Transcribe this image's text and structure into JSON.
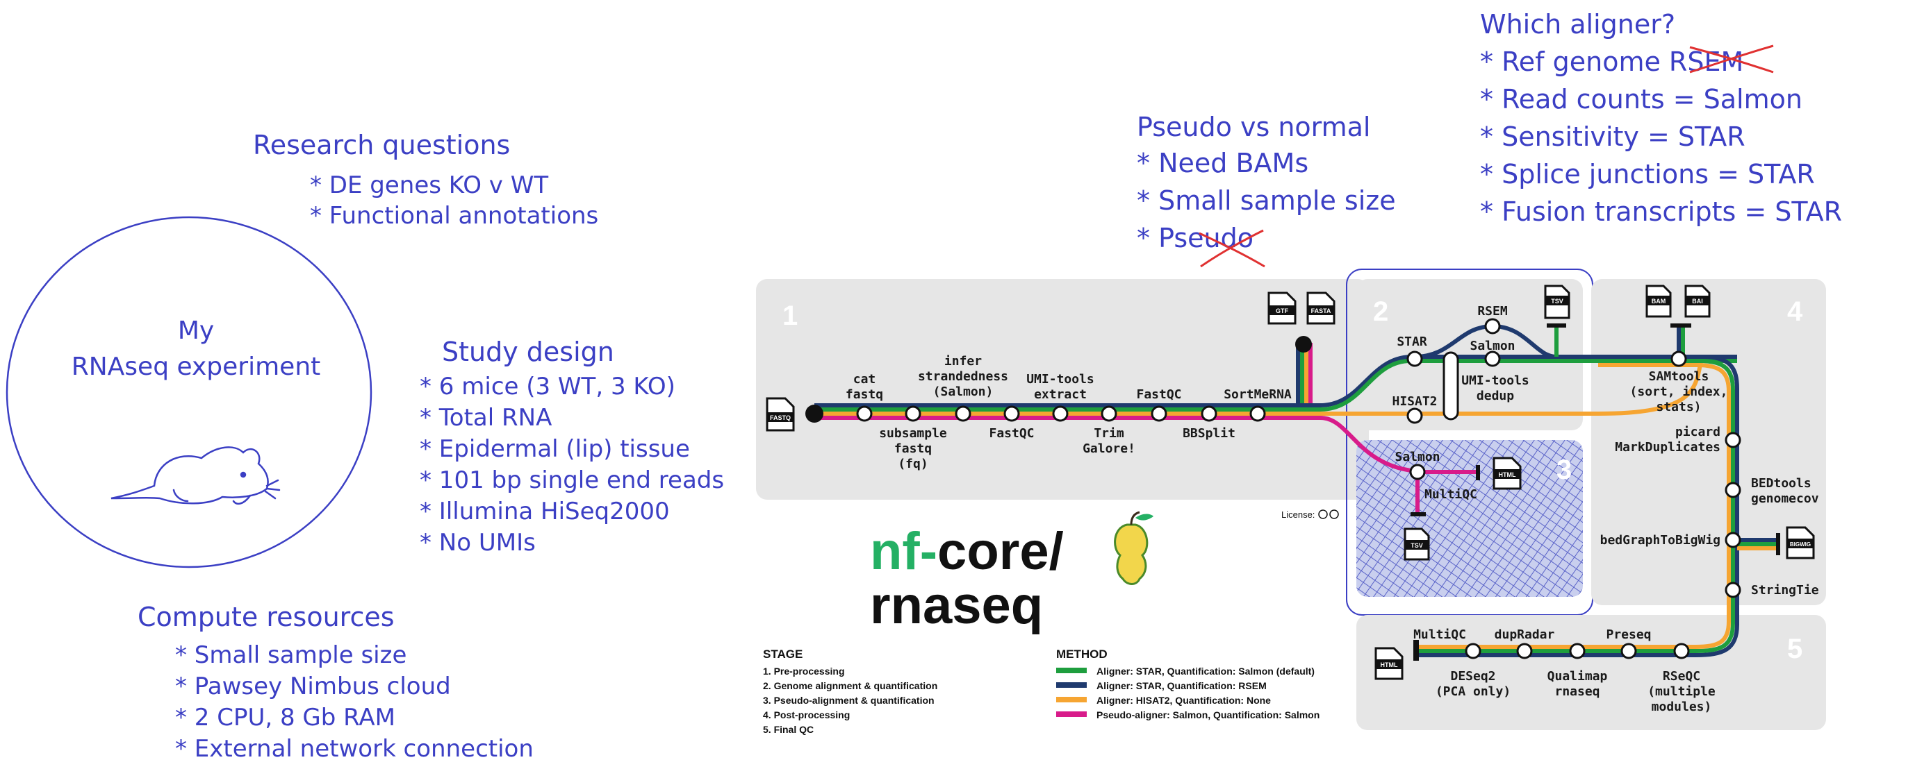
{
  "sketch": {
    "experiment_title_line1": "My",
    "experiment_title_line2": "RNAseq experiment",
    "research": {
      "heading": "Research questions",
      "items": [
        "* DE genes KO v WT",
        "* Functional annotations"
      ]
    },
    "study": {
      "heading": "Study design",
      "items": [
        "* 6 mice (3 WT, 3 KO)",
        "* Total RNA",
        "* Epidermal (lip) tissue",
        "* 101 bp single end reads",
        "* Illumina HiSeq2000",
        "* No UMIs"
      ]
    },
    "compute": {
      "heading": "Compute resources",
      "items": [
        "* Small sample size",
        "* Pawsey Nimbus cloud",
        "* 2 CPU, 8 Gb RAM",
        "* External network connection"
      ]
    },
    "pseudo": {
      "heading": "Pseudo vs normal",
      "items": [
        "* Need BAMs",
        "* Small sample size",
        "* Pseudo"
      ]
    },
    "aligner": {
      "heading": "Which aligner?",
      "items": [
        "* Ref genome RSEM",
        "* Read counts = Salmon",
        "* Sensitivity = STAR",
        "* Splice junctions = STAR",
        "* Fusion transcripts = STAR"
      ]
    }
  },
  "diagram": {
    "logo_nf": "nf-",
    "logo_core": "core/",
    "logo_rnaseq": "rnaseq",
    "license": "License:",
    "stage_numbers": [
      "1",
      "2",
      "3",
      "4",
      "5"
    ],
    "files": {
      "fastq": "FASTQ",
      "gtf": "GTF",
      "fasta": "FASTA",
      "tsv": "TSV",
      "bam": "BAM",
      "bai": "BAI",
      "bigwig": "BIGWIG",
      "html": "HTML"
    },
    "nodes": {
      "cat_fastq": [
        "cat",
        "fastq"
      ],
      "subsample": [
        "subsample",
        "fastq",
        "(fq)"
      ],
      "infer": [
        "infer",
        "strandedness",
        "(Salmon)"
      ],
      "fastqc1": [
        "FastQC"
      ],
      "umi_extract": [
        "UMI-tools",
        "extract"
      ],
      "trim": [
        "Trim",
        "Galore!"
      ],
      "fastqc2": [
        "FastQC"
      ],
      "bbsplit": [
        "BBSplit"
      ],
      "sortmerna": [
        "SortMeRNA"
      ],
      "star": [
        "STAR"
      ],
      "rsem": [
        "RSEM"
      ],
      "salmon2": [
        "Salmon"
      ],
      "hisat2": [
        "HISAT2"
      ],
      "umi_dedup": [
        "UMI-tools",
        "dedup"
      ],
      "salmon3": [
        "Salmon"
      ],
      "multiqc3": [
        "MultiQC"
      ],
      "samtools": [
        "SAMtools",
        "(sort, index,",
        "stats)"
      ],
      "picard": [
        "picard",
        "MarkDuplicates"
      ],
      "bedtools": [
        "BEDtools",
        "genomecov"
      ],
      "bedgraph": [
        "bedGraphToBigWig"
      ],
      "stringtie": [
        "StringTie"
      ],
      "multiqc5": [
        "MultiQC"
      ],
      "deseq2": [
        "DESeq2",
        "(PCA only)"
      ],
      "dupradar": [
        "dupRadar"
      ],
      "qualimap": [
        "Qualimap",
        "rnaseq"
      ],
      "preseq": [
        "Preseq"
      ],
      "rseqc": [
        "RSeQC",
        "(multiple",
        "modules)"
      ]
    },
    "stage": {
      "heading": "STAGE",
      "items": [
        "1. Pre-processing",
        "2. Genome alignment & quantification",
        "3. Pseudo-alignment & quantification",
        "4. Post-processing",
        "5. Final QC"
      ]
    },
    "method": {
      "heading": "METHOD",
      "items": [
        {
          "label": "Aligner: STAR, Quantification: Salmon (default)",
          "color": "#1e9e3e"
        },
        {
          "label": "Aligner: STAR, Quantification: RSEM",
          "color": "#1f3a6e"
        },
        {
          "label": "Aligner: HISAT2, Quantification: None",
          "color": "#f6a532"
        },
        {
          "label": "Pseudo-aligner: Salmon, Quantification: Salmon",
          "color": "#d81b8a"
        }
      ]
    }
  },
  "colors": {
    "ink": "#3b3fc4",
    "panel": "#e6e6e6",
    "green": "#1e9e3e",
    "navy": "#1f3a6e",
    "orange": "#f6a532",
    "magenta": "#d81b8a",
    "crossout": "#e03131"
  }
}
